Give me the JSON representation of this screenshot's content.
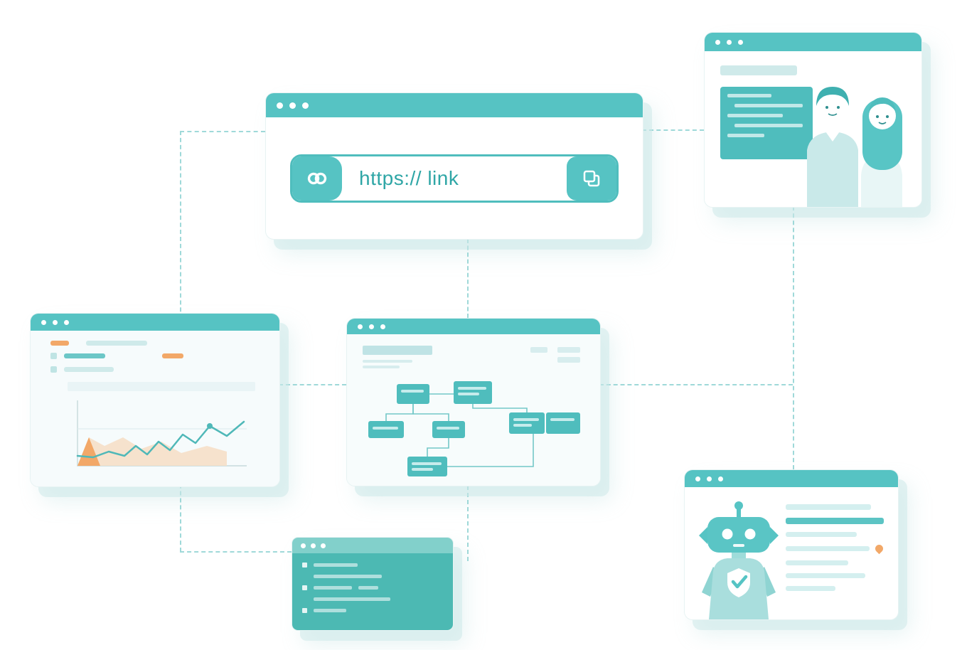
{
  "colors": {
    "teal": "#56c3c3",
    "teal_dark": "#3fb0b0",
    "teal_deep": "#4cb9b3",
    "teal_light": "#cfeaea",
    "orange": "#f2a868",
    "connector": "#9fd9d9",
    "window_bg": "#ffffff"
  },
  "windows": {
    "url_browser": {
      "name": "link-share-window",
      "controls": [
        "dot",
        "dot",
        "dot"
      ],
      "url_text": "https:// link",
      "icons": [
        "link-icon",
        "copy-icon"
      ]
    },
    "people": {
      "name": "profile-window",
      "controls": [
        "dot",
        "dot",
        "dot"
      ],
      "icons": [
        "people-illustration",
        "code-panel"
      ]
    },
    "analytics": {
      "name": "analytics-window",
      "controls": [
        "dot",
        "dot",
        "dot"
      ],
      "icons": [
        "line-chart"
      ]
    },
    "flowchart": {
      "name": "sitemap-window",
      "controls": [
        "dot",
        "dot",
        "dot"
      ],
      "icons": [
        "flowchart-diagram"
      ]
    },
    "terminal": {
      "name": "code-terminal-window",
      "controls": [
        "dot",
        "dot",
        "dot"
      ],
      "icons": [
        "code-lines"
      ]
    },
    "chatbot": {
      "name": "chatbot-window",
      "controls": [
        "dot",
        "dot",
        "dot"
      ],
      "icons": [
        "robot-icon",
        "location-pin-dot"
      ]
    }
  }
}
